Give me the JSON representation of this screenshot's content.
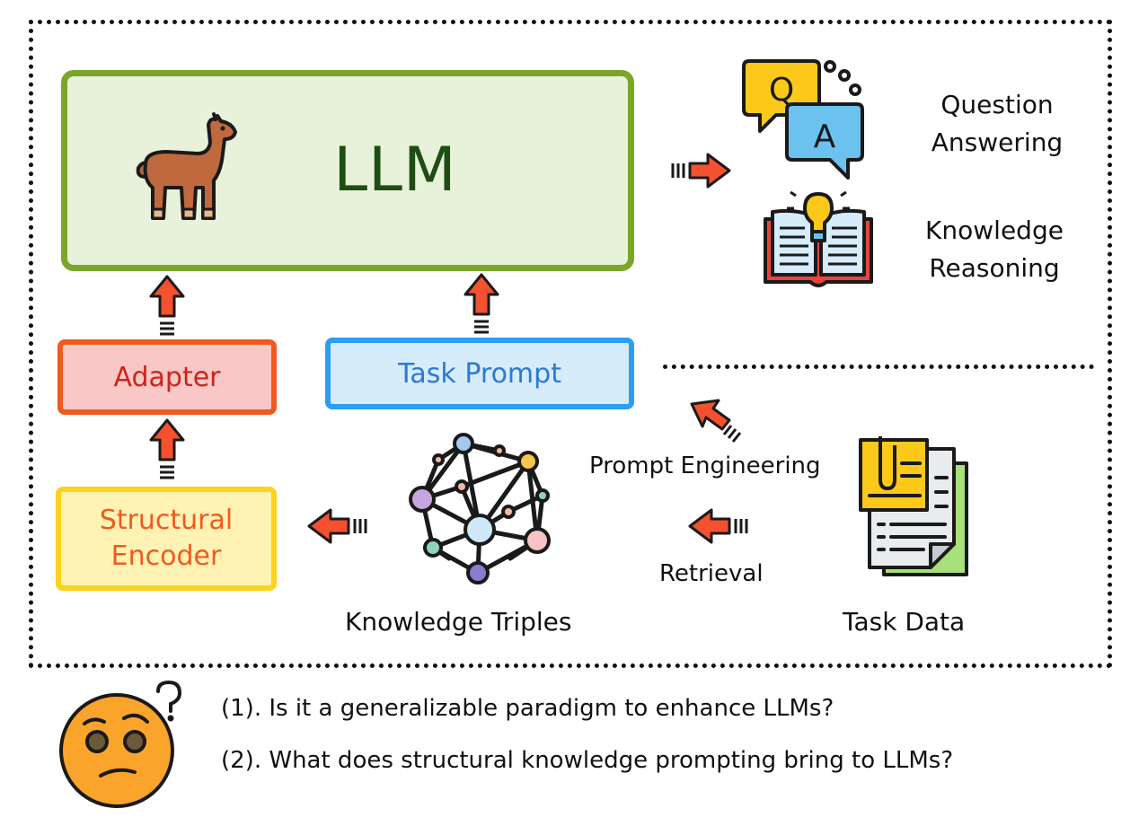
{
  "llm": {
    "title": "LLM"
  },
  "boxes": {
    "adapter": "Adapter",
    "task_prompt": "Task Prompt",
    "structural_encoder_line1": "Structural",
    "structural_encoder_line2": "Encoder"
  },
  "tasks": {
    "qa_line1": "Question",
    "qa_line2": "Answering",
    "kr_line1": "Knowledge",
    "kr_line2": "Reasoning",
    "q_bubble": "Q",
    "a_bubble": "A"
  },
  "flow": {
    "prompt_engineering": "Prompt Engineering",
    "retrieval": "Retrieval",
    "knowledge_triples": "Knowledge Triples",
    "task_data": "Task Data"
  },
  "questions": {
    "q1": "(1). Is it a generalizable paradigm to enhance LLMs?",
    "q2": "(2). What does structural knowledge prompting bring to LLMs?"
  },
  "icons": {
    "llama": "llama-icon",
    "qa": "question-answer-bubbles-icon",
    "book": "open-book-lightbulb-icon",
    "graph": "knowledge-graph-icon",
    "documents": "documents-icon",
    "thinking_face": "thinking-face-icon",
    "arrow": "arrow-icon"
  },
  "colors": {
    "llm_fill": "#e8f1d9",
    "llm_border": "#7ba52b",
    "llm_text": "#1e4d12",
    "adapter_fill": "#f9c7c5",
    "adapter_border": "#f05a1f",
    "prompt_fill": "#d6ecfb",
    "prompt_border": "#2b9ef5",
    "encoder_fill": "#fff3b4",
    "encoder_border": "#fcd21e",
    "arrow": "#f5502f"
  }
}
